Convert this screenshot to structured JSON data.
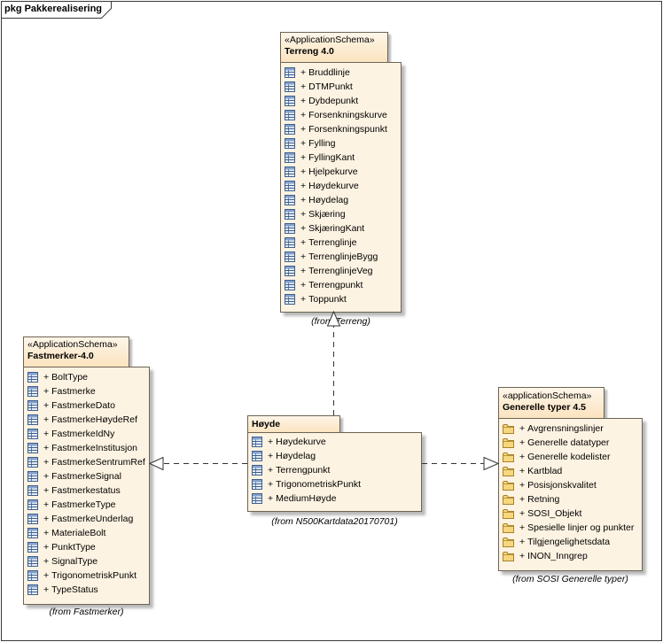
{
  "diagram": {
    "kind": "pkg",
    "name": "Pakkerealisering"
  },
  "packages": {
    "terreng": {
      "stereotype": "«ApplicationSchema»",
      "name": "Terreng 4.0",
      "item_icon": "class-icon",
      "items": [
        {
          "vis": "+",
          "name": "Bruddlinje"
        },
        {
          "vis": "+",
          "name": "DTMPunkt"
        },
        {
          "vis": "+",
          "name": "Dybdepunkt"
        },
        {
          "vis": "+",
          "name": "Forsenkningskurve"
        },
        {
          "vis": "+",
          "name": "Forsenkningspunkt"
        },
        {
          "vis": "+",
          "name": "Fylling"
        },
        {
          "vis": "+",
          "name": "FyllingKant"
        },
        {
          "vis": "+",
          "name": "Hjelpekurve"
        },
        {
          "vis": "+",
          "name": "Høydekurve"
        },
        {
          "vis": "+",
          "name": "Høydelag"
        },
        {
          "vis": "+",
          "name": "Skjæring"
        },
        {
          "vis": "+",
          "name": "SkjæringKant"
        },
        {
          "vis": "+",
          "name": "Terrenglinje"
        },
        {
          "vis": "+",
          "name": "TerrenglinjeBygg"
        },
        {
          "vis": "+",
          "name": "TerrenglinjeVeg"
        },
        {
          "vis": "+",
          "name": "Terrengpunkt"
        },
        {
          "vis": "+",
          "name": "Toppunkt"
        }
      ],
      "origin": "(from Terreng)"
    },
    "fastmerker": {
      "stereotype": "«ApplicationSchema»",
      "name": "Fastmerker-4.0",
      "item_icon": "class-icon",
      "items": [
        {
          "vis": "+",
          "name": "BoltType"
        },
        {
          "vis": "+",
          "name": "Fastmerke"
        },
        {
          "vis": "+",
          "name": "FastmerkeDato"
        },
        {
          "vis": "+",
          "name": "FastmerkeHøydeRef"
        },
        {
          "vis": "+",
          "name": "FastmerkeIdNy"
        },
        {
          "vis": "+",
          "name": "FastmerkeInstitusjon"
        },
        {
          "vis": "+",
          "name": "FastmerkeSentrumRef"
        },
        {
          "vis": "+",
          "name": "FastmerkeSignal"
        },
        {
          "vis": "+",
          "name": "Fastmerkestatus"
        },
        {
          "vis": "+",
          "name": "FastmerkeType"
        },
        {
          "vis": "+",
          "name": "FastmerkeUnderlag"
        },
        {
          "vis": "+",
          "name": "MaterialeBolt"
        },
        {
          "vis": "+",
          "name": "PunktType"
        },
        {
          "vis": "+",
          "name": "SignalType"
        },
        {
          "vis": "+",
          "name": "TrigonometriskPunkt"
        },
        {
          "vis": "+",
          "name": "TypeStatus"
        }
      ],
      "origin": "(from Fastmerker)"
    },
    "hoyde": {
      "name": "Høyde",
      "item_icon": "class-icon",
      "items": [
        {
          "vis": "+",
          "name": "Høydekurve"
        },
        {
          "vis": "+",
          "name": "Høydelag"
        },
        {
          "vis": "+",
          "name": "Terrengpunkt"
        },
        {
          "vis": "+",
          "name": "TrigonometriskPunkt"
        },
        {
          "vis": "+",
          "name": "MediumHøyde"
        }
      ],
      "origin": "(from N500Kartdata20170701)"
    },
    "generelle": {
      "stereotype": "«applicationSchema»",
      "name": "Generelle typer 4.5",
      "item_icon": "folder-icon",
      "items": [
        {
          "vis": "+",
          "name": "Avgrensningslinjer"
        },
        {
          "vis": "+",
          "name": "Generelle datatyper"
        },
        {
          "vis": "+",
          "name": "Generelle kodelister"
        },
        {
          "vis": "+",
          "name": "Kartblad"
        },
        {
          "vis": "+",
          "name": "Posisjonskvalitet"
        },
        {
          "vis": "+",
          "name": "Retning"
        },
        {
          "vis": "+",
          "name": "SOSI_Objekt"
        },
        {
          "vis": "+",
          "name": "Spesielle linjer og punkter"
        },
        {
          "vis": "+",
          "name": "Tilgjengelighetsdata"
        },
        {
          "vis": "+",
          "name": "INON_Inngrep"
        }
      ],
      "origin": "(from SOSI Generelle typer)"
    }
  },
  "colors": {
    "package_fill": "#fdf3e2",
    "package_tab_top": "#fef6e9",
    "package_tab_bottom": "#fbe3bf",
    "package_border": "#6e6454",
    "connector": "#333333",
    "class_icon": "#3d5f8f",
    "folder_icon": "#f7d77e"
  }
}
